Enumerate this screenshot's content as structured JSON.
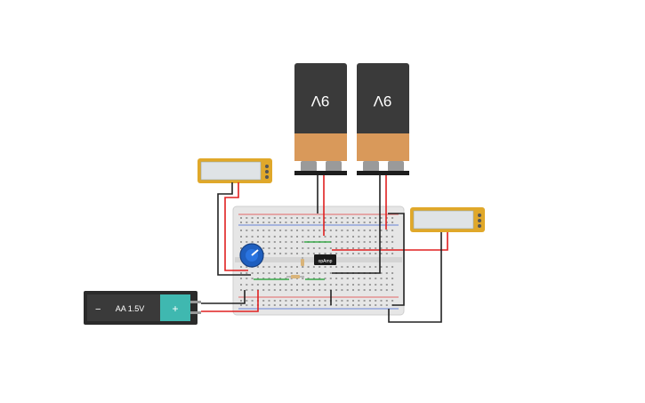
{
  "batteries_9v": [
    {
      "label": "9V"
    },
    {
      "label": "9V"
    }
  ],
  "aa_battery": {
    "label": "AA 1.5V",
    "minus": "−",
    "plus": "+"
  },
  "opamp": {
    "label": "opAmp"
  },
  "colors": {
    "board": "#e8e8e8",
    "battery_body": "#3a3a3a",
    "battery_band": "#d9995a",
    "battery_aa_body": "#3a3a3a",
    "battery_aa_cap": "#3fb8b0",
    "multimeter_frame": "#e0a82a",
    "multimeter_screen": "#dfe3e6",
    "potentiometer": "#1f5fbf",
    "wire_red": "#e02020",
    "wire_black": "#222222",
    "wire_green": "#3aa84a",
    "rail_red": "#e23a3a",
    "rail_blue": "#3a62d0"
  }
}
